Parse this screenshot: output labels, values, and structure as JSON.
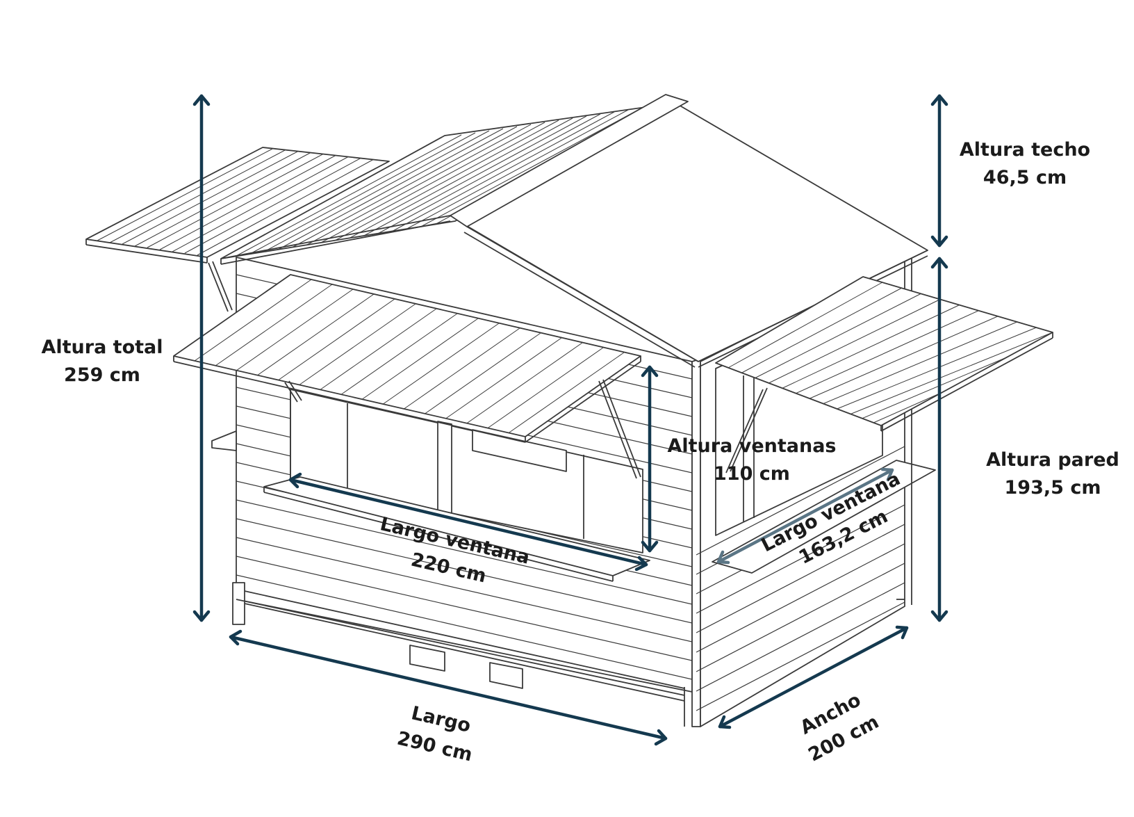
{
  "colors": {
    "arrow": "#14394f",
    "arrow_light": "#5a7585",
    "line": "#3a3a3a",
    "text": "#1b1b1b"
  },
  "dimensions": {
    "altura_total": {
      "label": "Altura total",
      "value": "259 cm"
    },
    "altura_techo": {
      "label": "Altura techo",
      "value": "46,5 cm"
    },
    "altura_pared": {
      "label": "Altura pared",
      "value": "193,5 cm"
    },
    "altura_ventanas": {
      "label": "Altura ventanas",
      "value": "110 cm"
    },
    "largo_ventana_front": {
      "label": "Largo ventana",
      "value": "220 cm"
    },
    "largo_ventana_side": {
      "label": "Largo ventana",
      "value": "163,2 cm"
    },
    "largo": {
      "label": "Largo",
      "value": "290 cm"
    },
    "ancho": {
      "label": "Ancho",
      "value": "200 cm"
    }
  }
}
